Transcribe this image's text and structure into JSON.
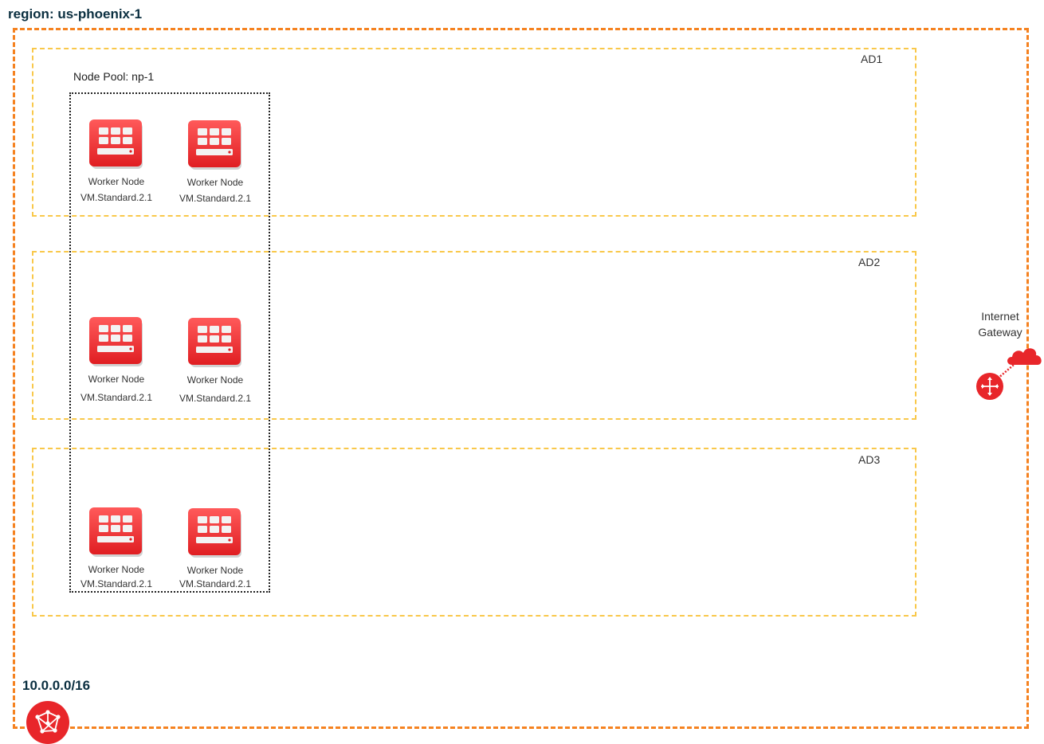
{
  "region": {
    "label": "region: us-phoenix-1",
    "border_color": "#f58220"
  },
  "availability_domains": [
    {
      "label": "AD1"
    },
    {
      "label": "AD2"
    },
    {
      "label": "AD3"
    }
  ],
  "ad_border_color": "#f9c84a",
  "node_pool": {
    "label": "Node Pool: np-1"
  },
  "worker_nodes": [
    {
      "title": "Worker Node",
      "shape": "VM.Standard.2.1",
      "icon": "compute-vm-icon"
    },
    {
      "title": "Worker Node",
      "shape": "VM.Standard.2.1",
      "icon": "compute-vm-icon"
    },
    {
      "title": "Worker Node",
      "shape": "VM.Standard.2.1",
      "icon": "compute-vm-icon"
    },
    {
      "title": "Worker Node",
      "shape": "VM.Standard.2.1",
      "icon": "compute-vm-icon"
    },
    {
      "title": "Worker Node",
      "shape": "VM.Standard.2.1",
      "icon": "compute-vm-icon"
    },
    {
      "title": "Worker Node",
      "shape": "VM.Standard.2.1",
      "icon": "compute-vm-icon"
    }
  ],
  "internet_gateway": {
    "label_line1": "Internet",
    "label_line2": "Gateway",
    "icons": [
      "router-icon",
      "cloud-icon"
    ]
  },
  "vcn": {
    "cidr": "10.0.0.0/16",
    "icon": "vcn-network-icon"
  },
  "icon_color": "#e8262a"
}
